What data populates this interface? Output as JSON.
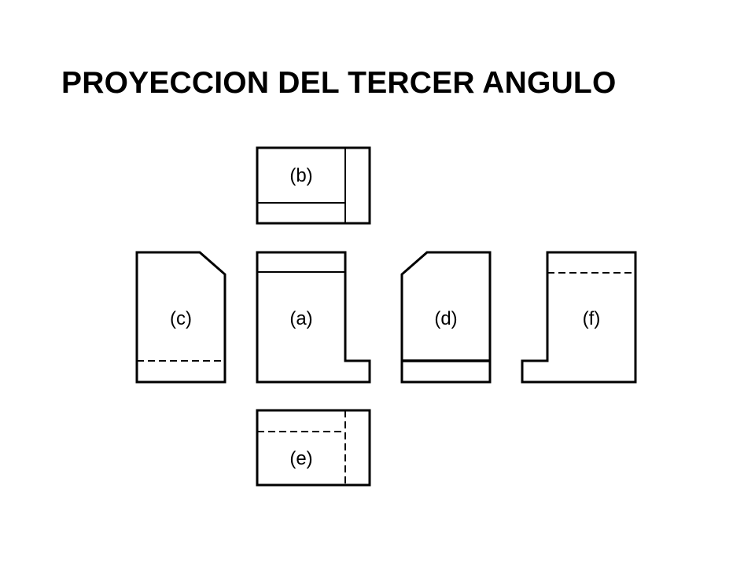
{
  "title": "PROYECCION DEL TERCER ANGULO",
  "views": {
    "a": {
      "label": "(a)"
    },
    "b": {
      "label": "(b)"
    },
    "c": {
      "label": "(c)"
    },
    "d": {
      "label": "(d)"
    },
    "e": {
      "label": "(e)"
    },
    "f": {
      "label": "(f)"
    }
  },
  "colors": {
    "line": "#000000",
    "background": "#ffffff"
  }
}
